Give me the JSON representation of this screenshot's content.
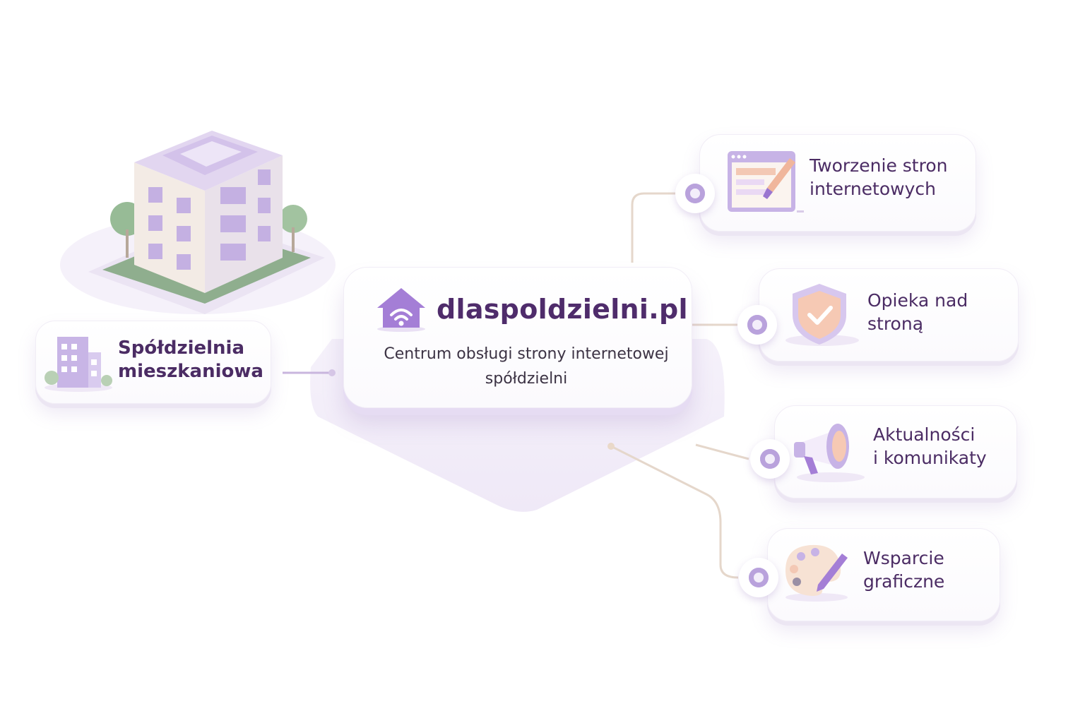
{
  "center": {
    "brand": "dlaspoldzielni.pl",
    "subtitle": "Centrum obsługi strony internetowej spółdzielni"
  },
  "left_node": {
    "label": "Spółdzielnia\nmieszkaniowa",
    "icon": "apartment-building-icon"
  },
  "services": [
    {
      "label": "Tworzenie stron\ninternetowych",
      "icon": "web-design-icon"
    },
    {
      "label": "Opieka nad\nstroną",
      "icon": "shield-check-icon"
    },
    {
      "label": "Aktualności\ni komunikaty",
      "icon": "megaphone-icon"
    },
    {
      "label": "Wsparcie\ngraficzne",
      "icon": "palette-icon"
    }
  ],
  "colors": {
    "accent": "#b9a2dc",
    "accent_dark": "#8c6bbf",
    "text": "#4b2c64",
    "peach": "#f6c9b4"
  }
}
